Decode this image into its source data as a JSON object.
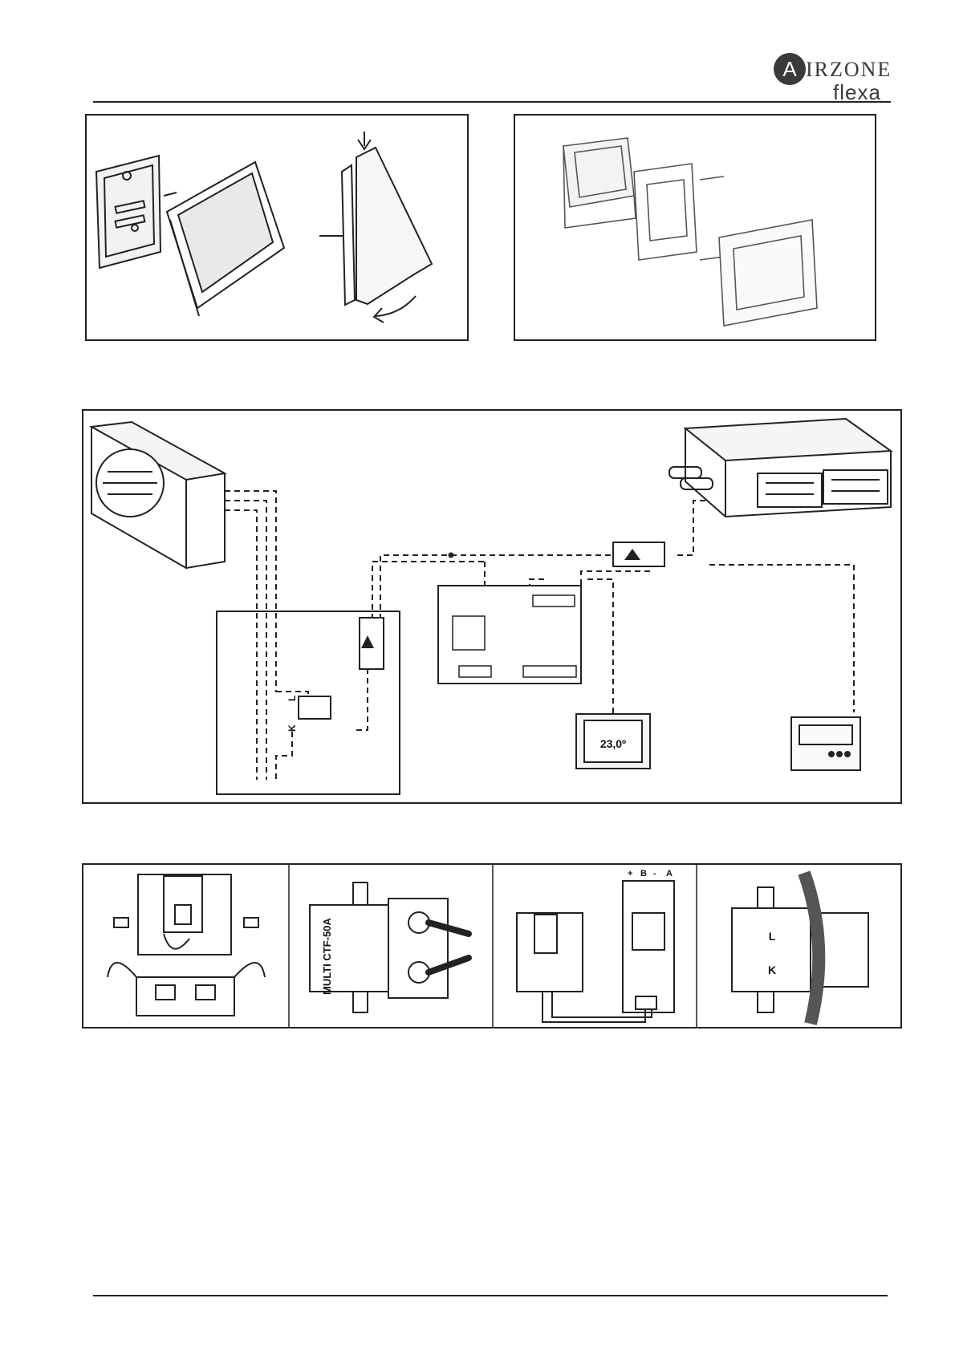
{
  "header": {
    "logo_initial": "A",
    "logo_brand": "IRZONE",
    "logo_sub": "flexa"
  },
  "wiring_diagram": {
    "thermostat_reading": "23,0º",
    "clamp_label_L": "L",
    "clamp_label_K": "K"
  },
  "clamp_steps": {
    "sensor_model": "MULTI CTF-50A",
    "connector_labels": [
      "+",
      "B",
      "-",
      "A"
    ],
    "label_L": "L",
    "label_K": "K"
  },
  "colors": {
    "line": "#222222",
    "logo_gray": "#3a3a3a"
  }
}
